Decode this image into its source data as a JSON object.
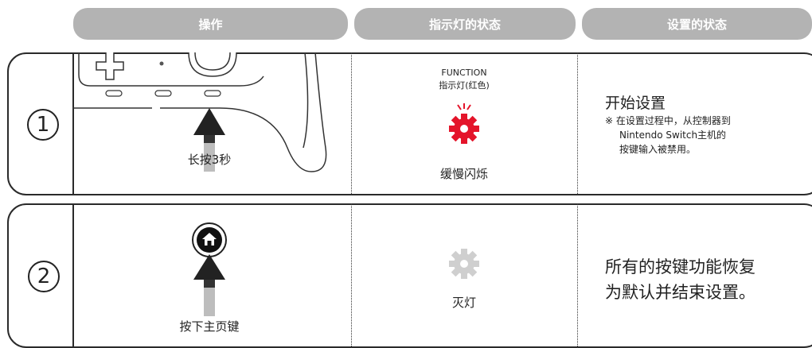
{
  "headers": {
    "operation": "操作",
    "indicator": "指示灯的状态",
    "setting": "设置的状态"
  },
  "rows": [
    {
      "number": "①",
      "operation": "长按3秒",
      "indicator_label_1": "FUNCTION",
      "indicator_label_2": "指示灯(红色)",
      "indicator_state": "缓慢闪烁",
      "indicator_color": "#e4142a",
      "setting_title": "开始设置",
      "setting_note_1": "※ 在设置过程中，从控制器到",
      "setting_note_2": "Nintendo Switch主机的",
      "setting_note_3": "按键输入被禁用。"
    },
    {
      "number": "②",
      "operation": "按下主页键",
      "indicator_state": "灭灯",
      "indicator_color": "#cfcfcf",
      "setting_line_1": "所有的按键功能恢复",
      "setting_line_2": "为默认并结束设置。"
    }
  ],
  "icons": [
    "controller-outline",
    "up-arrow",
    "gear-icon",
    "home-button-icon"
  ]
}
